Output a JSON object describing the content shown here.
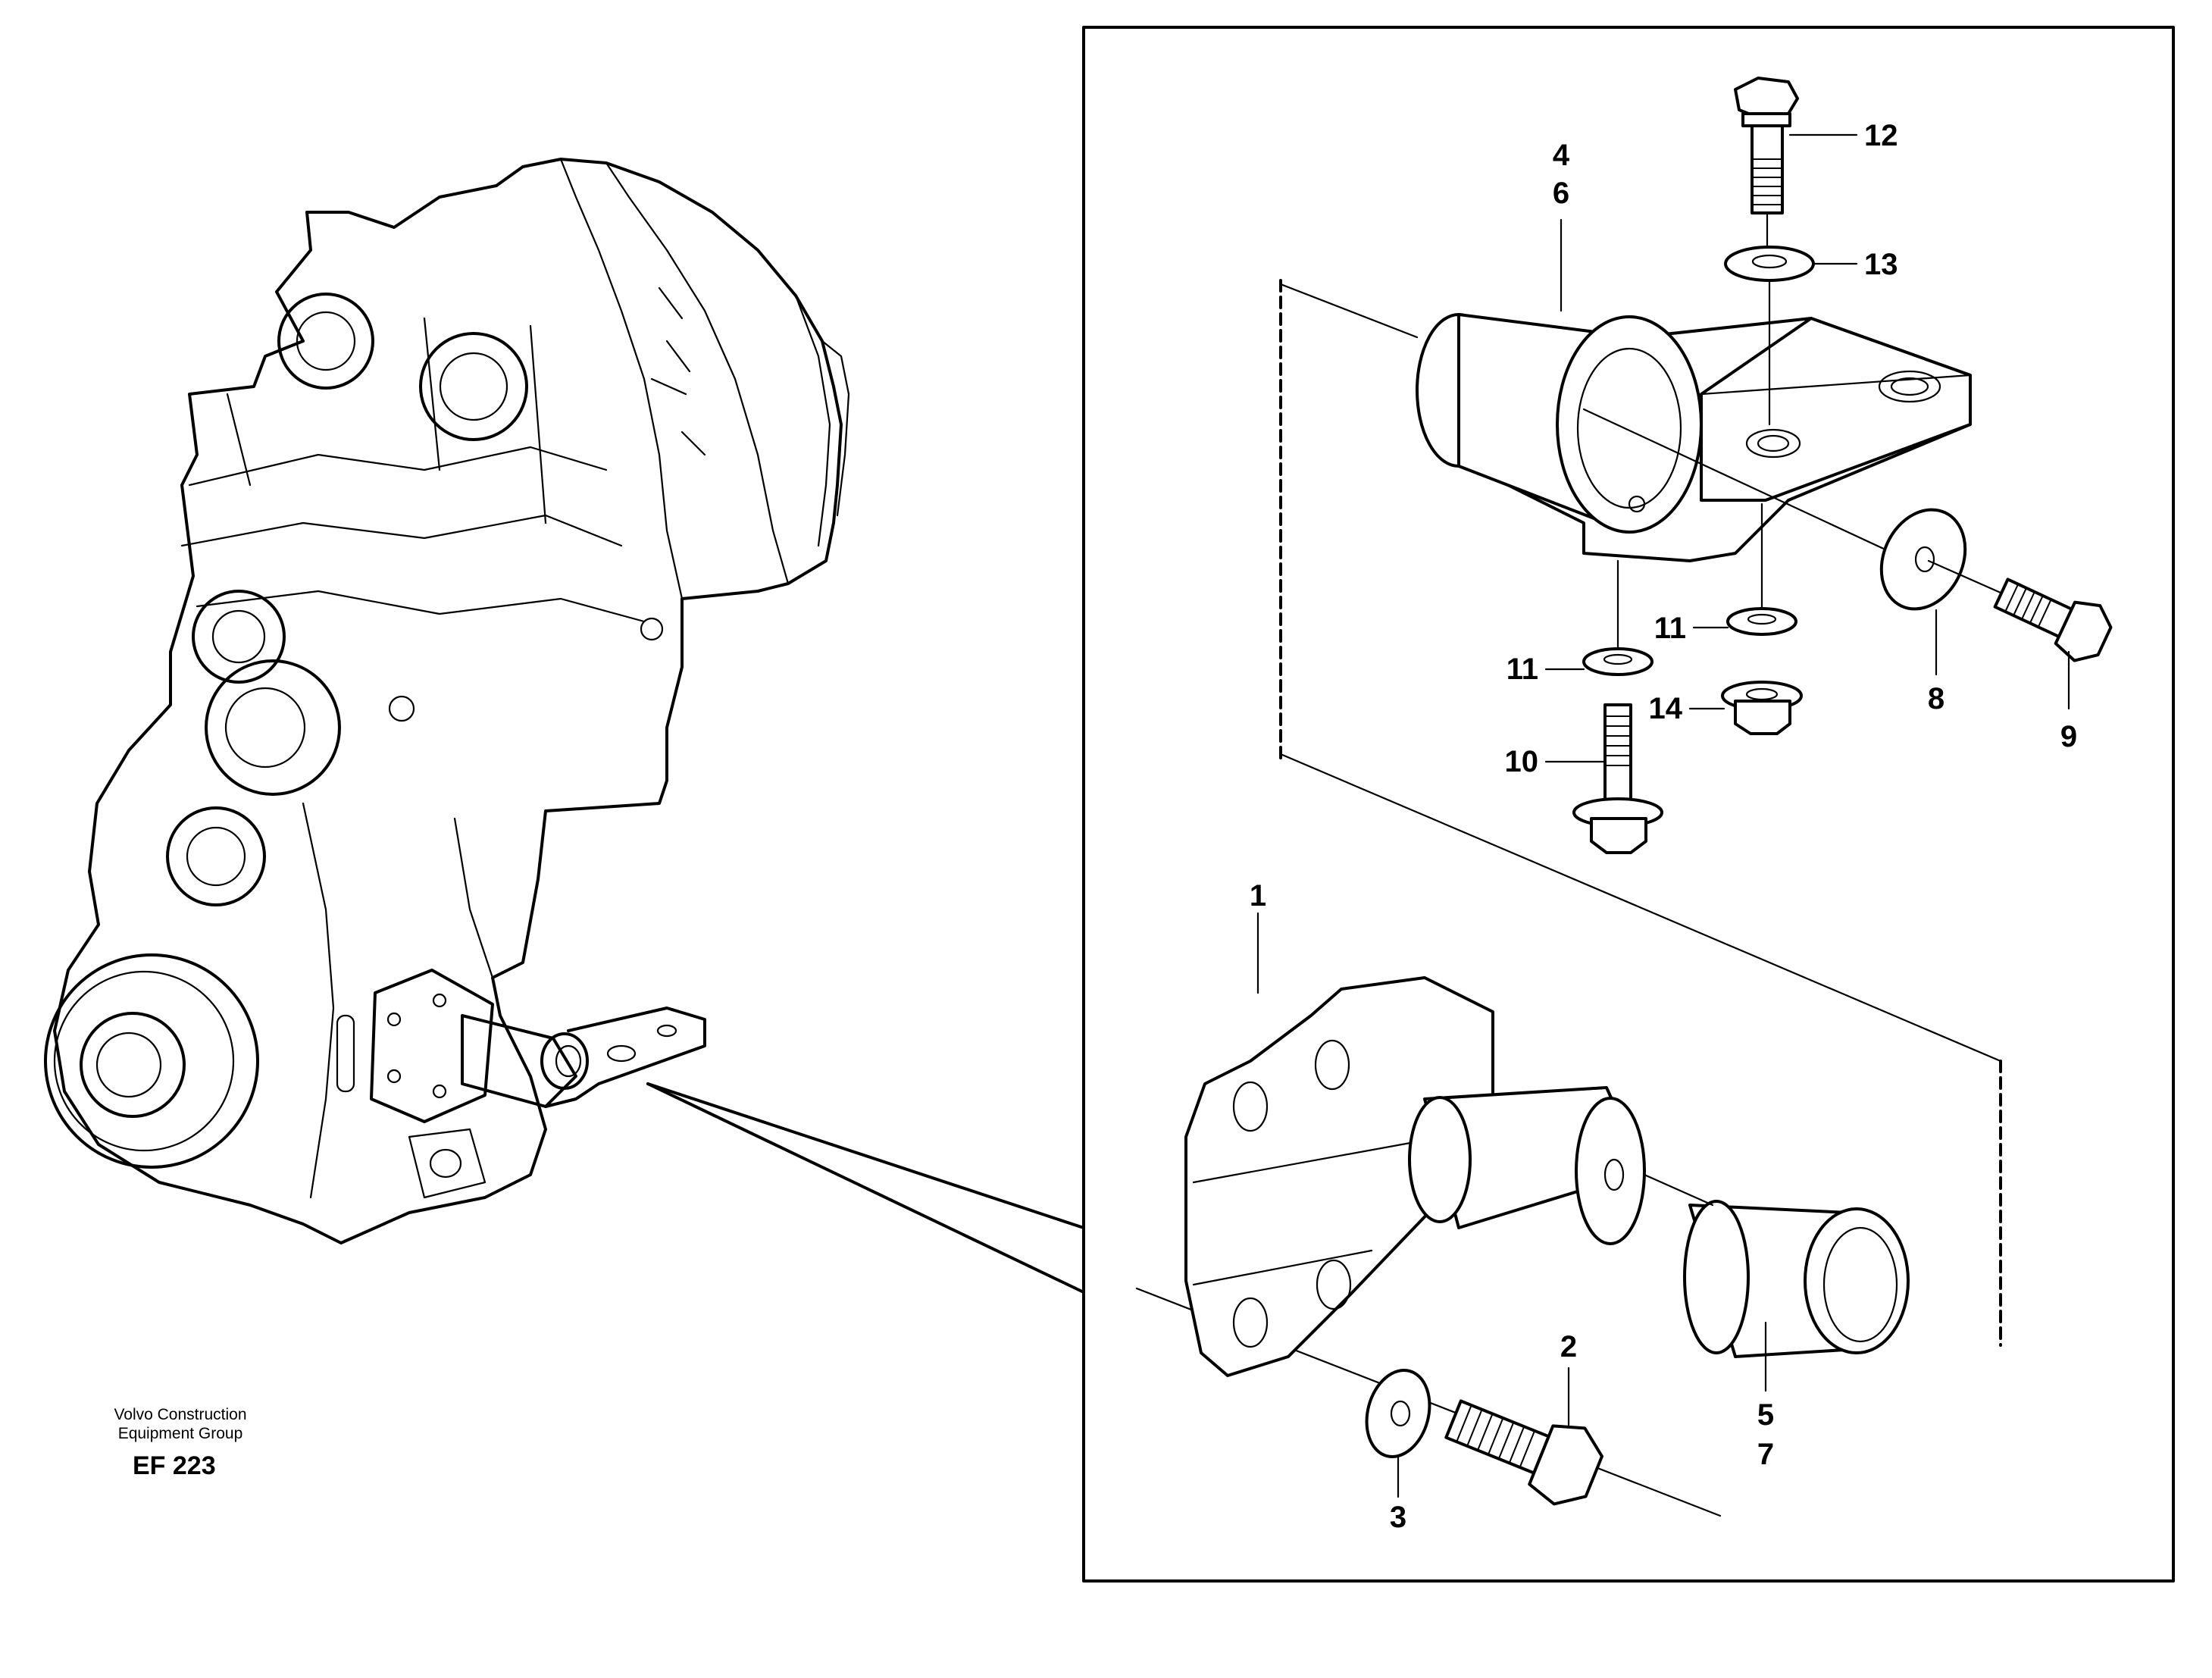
{
  "footer": {
    "brand_line1": "Volvo Construction",
    "brand_line2": "Equipment Group",
    "figure_code": "EF 223"
  },
  "callouts": {
    "c1": "1",
    "c2": "2",
    "c3": "3",
    "c4": "4",
    "c5": "5",
    "c6": "6",
    "c7": "7",
    "c8": "8",
    "c9": "9",
    "c10": "10",
    "c11a": "11",
    "c11b": "11",
    "c12": "12",
    "c13": "13",
    "c14": "14"
  },
  "icons": {
    "overview": "transmission-housing-icon",
    "detail": "mounting-bracket-exploded-icon"
  }
}
